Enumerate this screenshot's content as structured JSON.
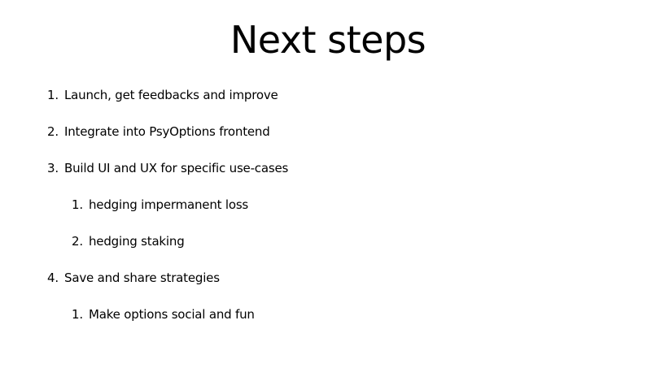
{
  "slide": {
    "title": "Next steps",
    "items": [
      {
        "number": "1.",
        "text": "Launch, get feedbacks and improve",
        "level": 1
      },
      {
        "number": "2.",
        "text": "Integrate into PsyOptions frontend",
        "level": 1
      },
      {
        "number": "3.",
        "text": "Build UI and UX for specific use-cases",
        "level": 1
      },
      {
        "number": "1.",
        "text": "hedging impermanent loss",
        "level": 2
      },
      {
        "number": "2.",
        "text": "hedging staking",
        "level": 2
      },
      {
        "number": "4.",
        "text": "Save and share strategies",
        "level": 1
      },
      {
        "number": "1.",
        "text": "Make options social and fun",
        "level": 2
      }
    ]
  }
}
